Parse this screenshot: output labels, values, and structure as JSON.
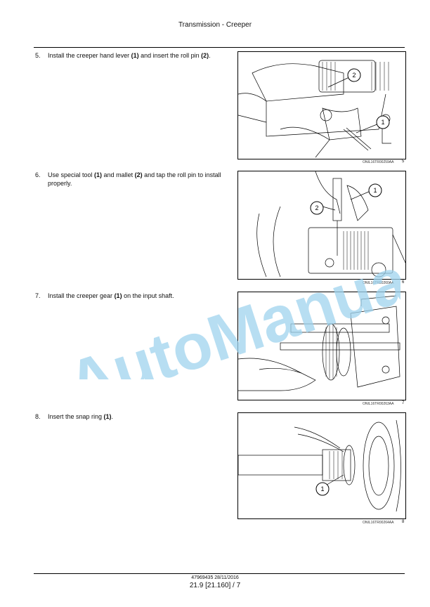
{
  "header": {
    "title": "Transmission - Creeper"
  },
  "steps": [
    {
      "number": "5.",
      "segments": [
        {
          "t": "Install the creeper hand lever ",
          "b": false
        },
        {
          "t": "(1)",
          "b": true
        },
        {
          "t": " and insert the roll pin ",
          "b": false
        },
        {
          "t": "(2)",
          "b": true
        },
        {
          "t": ".",
          "b": false
        }
      ],
      "figure": {
        "code": "ONIL16TR00259AA",
        "number": "5",
        "callouts": [
          "2",
          "1"
        ]
      }
    },
    {
      "number": "6.",
      "segments": [
        {
          "t": "Use special tool ",
          "b": false
        },
        {
          "t": "(1)",
          "b": true
        },
        {
          "t": " and mallet ",
          "b": false
        },
        {
          "t": "(2)",
          "b": true
        },
        {
          "t": " and tap the roll pin to install properly.",
          "b": false
        }
      ],
      "figure": {
        "code": "ONIL16TR00260AA",
        "number": "6",
        "callouts": [
          "1",
          "2"
        ]
      }
    },
    {
      "number": "7.",
      "segments": [
        {
          "t": "Install the creeper gear ",
          "b": false
        },
        {
          "t": "(1)",
          "b": true
        },
        {
          "t": " on the input shaft.",
          "b": false
        }
      ],
      "figure": {
        "code": "ONIL16TR00263AA",
        "number": "7",
        "callouts": []
      }
    },
    {
      "number": "8.",
      "segments": [
        {
          "t": "Insert the snap ring ",
          "b": false
        },
        {
          "t": "(1)",
          "b": true
        },
        {
          "t": ".",
          "b": false
        }
      ],
      "figure": {
        "code": "ONIL16TR00264AA",
        "number": "8",
        "callouts": [
          "1"
        ]
      }
    }
  ],
  "watermark": {
    "text": "AutoManual"
  },
  "footer": {
    "doc_ref": "47969435 28/11/2016",
    "page_ref": "21.9 [21.160] / 7"
  },
  "colors": {
    "watermark": "#9fd3ee",
    "rule": "#000000"
  }
}
